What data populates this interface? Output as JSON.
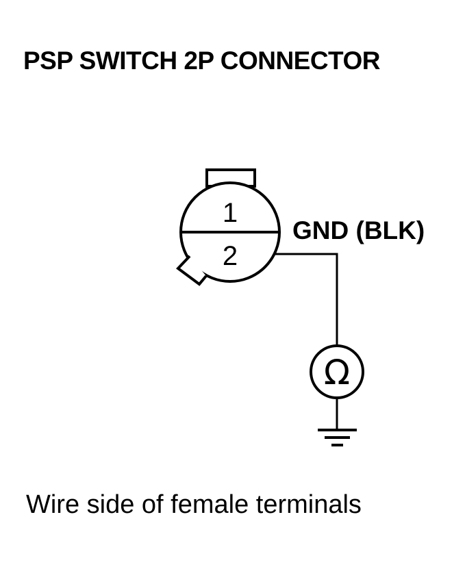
{
  "title": "PSP SWITCH 2P CONNECTOR",
  "connector": {
    "terminal_1": "1",
    "terminal_2": "2"
  },
  "wire_label": "GND (BLK)",
  "meter": {
    "symbol": "Ω",
    "icon": "ohmmeter-icon"
  },
  "ground": {
    "icon": "ground-icon"
  },
  "caption": "Wire side of female terminals",
  "colors": {
    "line": "#000000",
    "background": "#ffffff"
  }
}
